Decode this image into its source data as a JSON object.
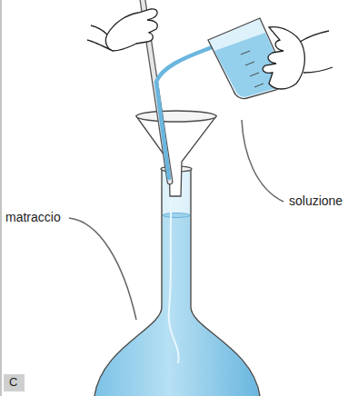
{
  "diagram": {
    "labels": [
      "soluzione",
      "matraccio",
      "C"
    ]
  }
}
